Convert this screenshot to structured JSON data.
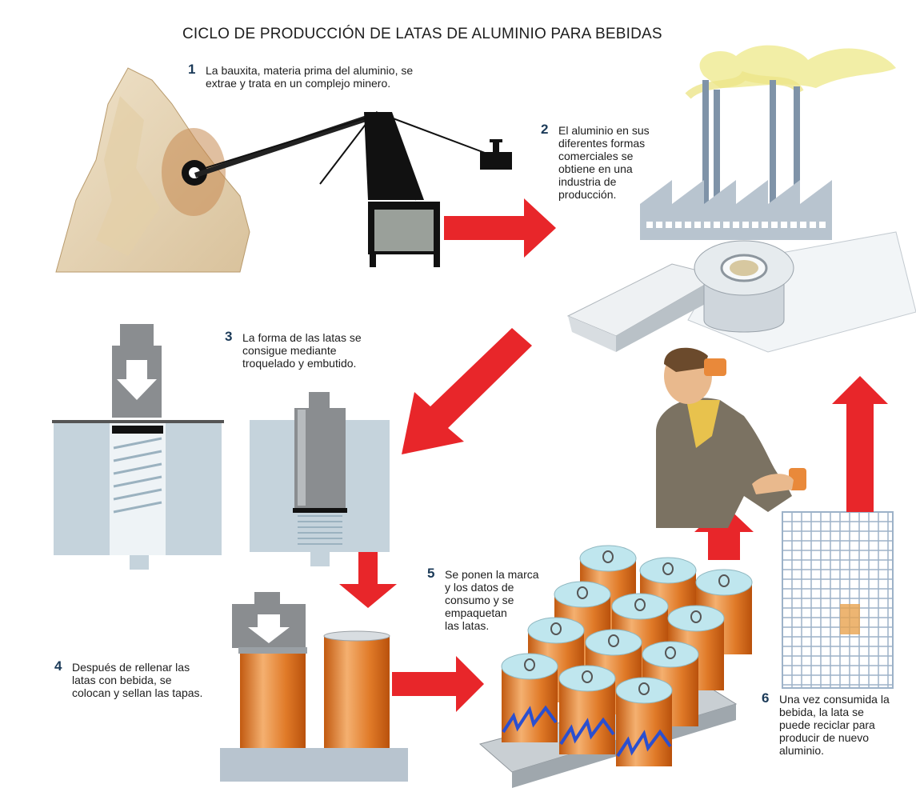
{
  "title": "CICLO DE PRODUCCIÓN DE LATAS DE ALUMINIO PARA BEBIDAS",
  "steps": [
    {
      "num": "1",
      "text": "La bauxita, materia prima del aluminio, se\nextrae y trata en un complejo minero."
    },
    {
      "num": "2",
      "text": "El aluminio en sus\ndiferentes formas\ncomerciales se\nobtiene en una\nindustria de\nproducción."
    },
    {
      "num": "3",
      "text": "La forma de las latas se\nconsigue mediante\ntroquelado y embutido."
    },
    {
      "num": "4",
      "text": "Después de rellenar las\nlatas con bebida, se\ncolocan y sellan las tapas."
    },
    {
      "num": "5",
      "text": "Se ponen la marca\ny los datos de\nconsumo y se\nempaquetan\nlas latas."
    },
    {
      "num": "6",
      "text": "Una vez consumida la\nbebida, la lata se\npuede reciclar para\nproducir de nuevo\naluminio."
    }
  ],
  "colors": {
    "arrow": "#e8262a",
    "rock": "#e6d5b8",
    "steel": "#8a8d90",
    "die_block": "#c5d3dc",
    "can_orange": "#e9893a",
    "can_top": "#bfe6ee",
    "smoke": "#f1ec9c",
    "factory": "#b8c4cf",
    "machine": "#111111"
  },
  "icons": [
    "mountain-icon",
    "excavator-icon",
    "factory-icon",
    "aluminum-ingot-icon",
    "aluminum-coil-icon",
    "press-die-icon",
    "can-filling-icon",
    "can-pack-icon",
    "person-drinking-icon",
    "recycling-bin-icon",
    "arrow-icon"
  ]
}
